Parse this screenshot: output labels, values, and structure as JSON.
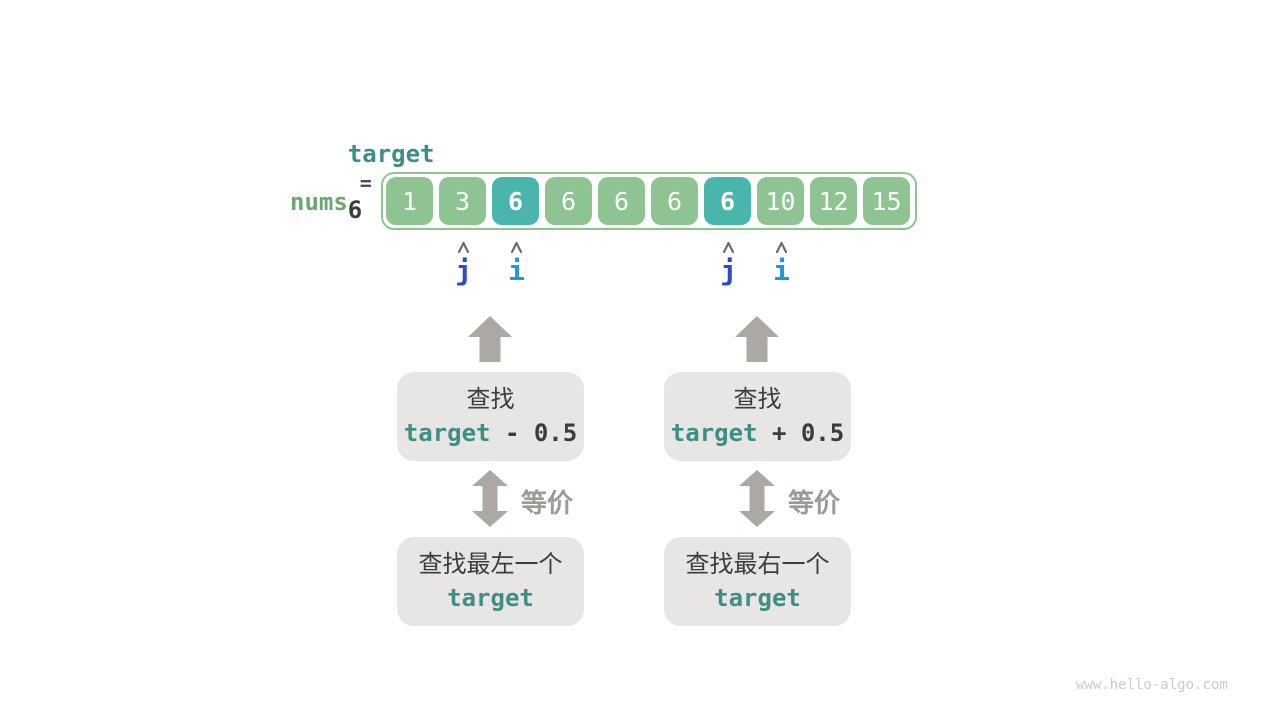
{
  "colors": {
    "teal_text": "#3D8E85",
    "green_label": "#6CA76F",
    "green_cell": "#8EC491",
    "teal_cell": "#4AB5AA",
    "dark_text": "#3C3C3C",
    "eq_gray": "#4F4F4F",
    "gray_arrow": "#ACA8A4",
    "gray_box": "#E7E6E4",
    "gray_label": "#9D9994",
    "caret_gray": "#6B6B6B",
    "blue_j": "#2E49D0",
    "blue_i": "#2196E0",
    "watermark": "#CBCBCB"
  },
  "header": {
    "target_label": "target",
    "equals": "=",
    "target_value": "6"
  },
  "array": {
    "label": "nums",
    "cells": [
      {
        "value": "1",
        "highlight": false
      },
      {
        "value": "3",
        "highlight": false
      },
      {
        "value": "6",
        "highlight": true
      },
      {
        "value": "6",
        "highlight": false
      },
      {
        "value": "6",
        "highlight": false
      },
      {
        "value": "6",
        "highlight": false
      },
      {
        "value": "6",
        "highlight": true
      },
      {
        "value": "10",
        "highlight": false
      },
      {
        "value": "12",
        "highlight": false
      },
      {
        "value": "15",
        "highlight": false
      }
    ]
  },
  "pointers": [
    {
      "label": "j",
      "cell_index": 1,
      "color_key": "blue_j"
    },
    {
      "label": "i",
      "cell_index": 2,
      "color_key": "blue_i"
    },
    {
      "label": "j",
      "cell_index": 6,
      "color_key": "blue_j"
    },
    {
      "label": "i",
      "cell_index": 7,
      "color_key": "blue_i"
    }
  ],
  "flows": [
    {
      "search_line1": "查找",
      "search_code_keyword": "target",
      "search_code_rest": " - 0.5",
      "equiv_label": "等价",
      "result_line1": "查找最左一个",
      "result_code": "target"
    },
    {
      "search_line1": "查找",
      "search_code_keyword": "target",
      "search_code_rest": " + 0.5",
      "equiv_label": "等价",
      "result_line1": "查找最右一个",
      "result_code": "target"
    }
  ],
  "page": {
    "watermark": "www.hello-algo.com"
  }
}
